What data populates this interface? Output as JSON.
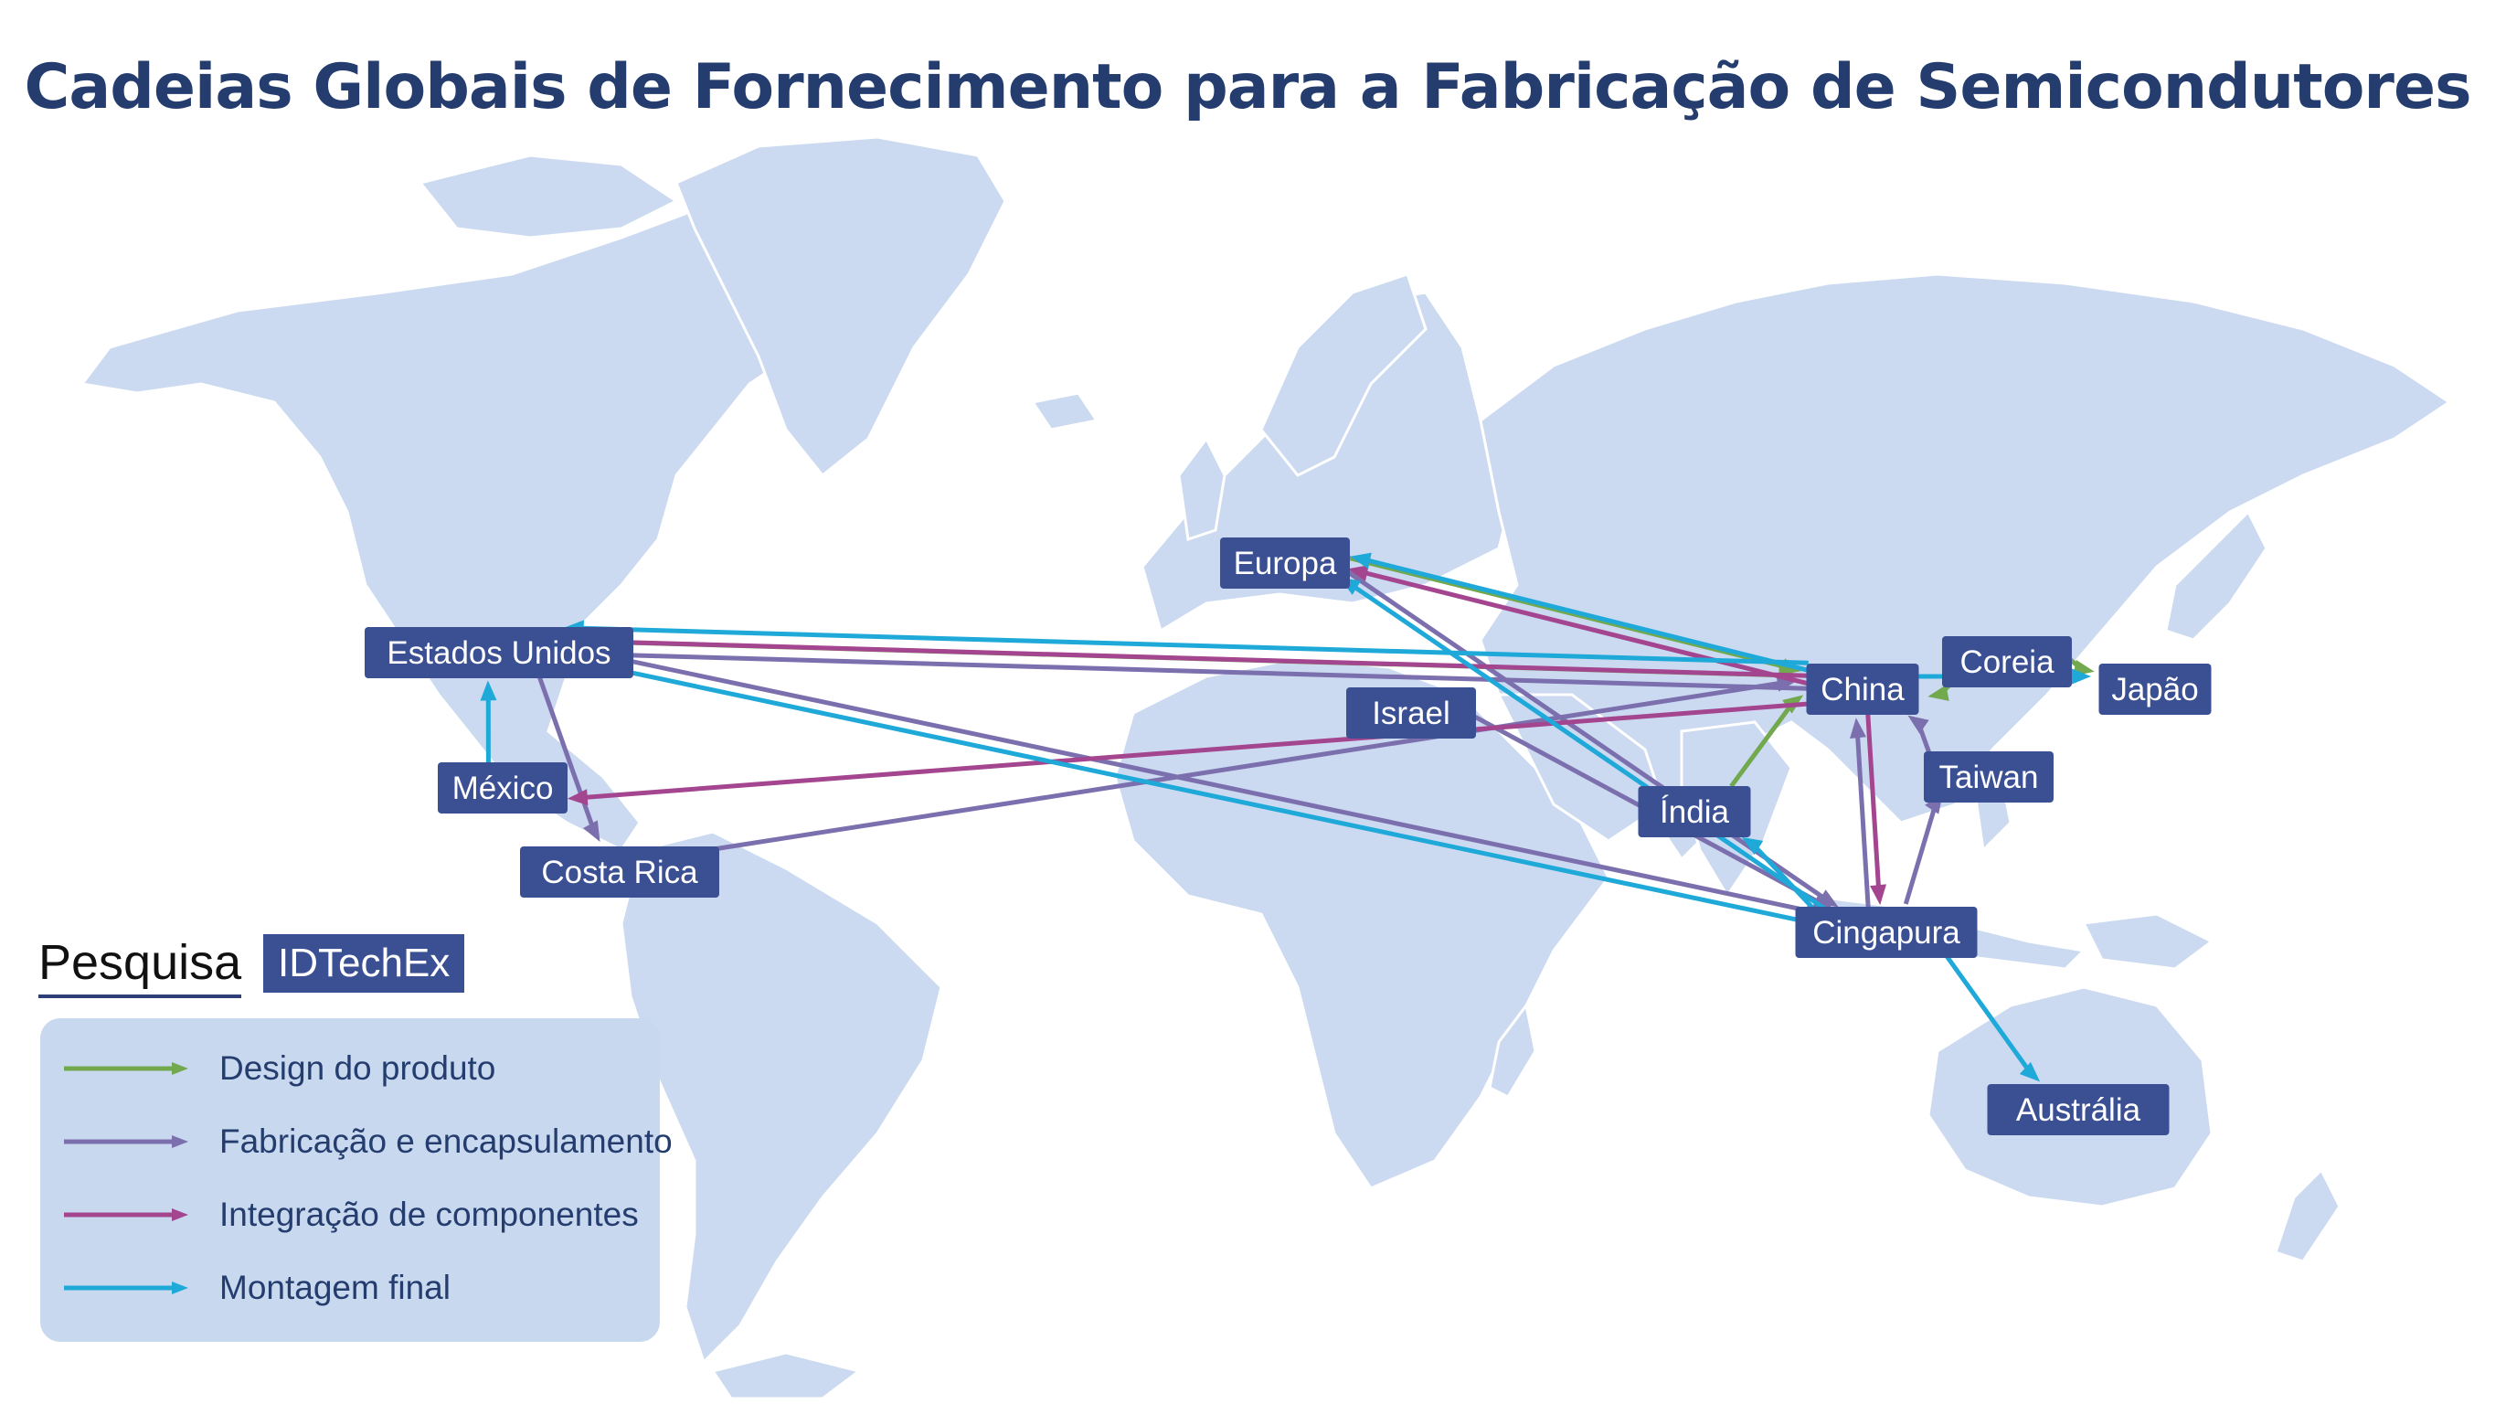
{
  "title": "Cadeias Globais de Fornecimento para a Fabricação de Semicondutores",
  "brand": {
    "word": "Pesquisa",
    "badge": "IDTechEx"
  },
  "colors": {
    "land": "#cbdaf0",
    "land_border": "#ffffff",
    "node": "#3b4f93",
    "title": "#243d6e",
    "design": "#72a84e",
    "fabrication": "#7b6fae",
    "integration": "#a4458f",
    "assembly": "#1ea9d8"
  },
  "legend": [
    {
      "key": "design",
      "label": "Design do produto",
      "color": "#72a84e"
    },
    {
      "key": "fabrication",
      "label": "Fabricação e encapsulamento",
      "color": "#7b6fae"
    },
    {
      "key": "integration",
      "label": "Integração de componentes",
      "color": "#a4458f"
    },
    {
      "key": "assembly",
      "label": "Montagem final",
      "color": "#1ea9d8"
    }
  ],
  "nodes": [
    {
      "id": "usa",
      "label": "Estados Unidos"
    },
    {
      "id": "mexico",
      "label": "México"
    },
    {
      "id": "costarica",
      "label": "Costa Rica"
    },
    {
      "id": "europe",
      "label": "Europa"
    },
    {
      "id": "israel",
      "label": "Israel"
    },
    {
      "id": "china",
      "label": "China"
    },
    {
      "id": "korea",
      "label": "Coreia"
    },
    {
      "id": "japan",
      "label": "Japão"
    },
    {
      "id": "taiwan",
      "label": "Taiwan"
    },
    {
      "id": "india",
      "label": "Índia"
    },
    {
      "id": "singapore",
      "label": "Cingapura"
    },
    {
      "id": "australia",
      "label": "Austrália"
    }
  ],
  "flows": [
    {
      "from": "usa",
      "to": "china",
      "type": "design"
    },
    {
      "from": "europe",
      "to": "china",
      "type": "design"
    },
    {
      "from": "korea",
      "to": "china",
      "type": "design"
    },
    {
      "from": "korea",
      "to": "japan",
      "type": "design"
    },
    {
      "from": "india",
      "to": "china",
      "type": "design"
    },
    {
      "from": "china",
      "to": "usa",
      "type": "fabrication"
    },
    {
      "from": "usa",
      "to": "costarica",
      "type": "fabrication"
    },
    {
      "from": "costarica",
      "to": "china",
      "type": "fabrication"
    },
    {
      "from": "usa",
      "to": "singapore",
      "type": "fabrication"
    },
    {
      "from": "europe",
      "to": "singapore",
      "type": "fabrication"
    },
    {
      "from": "israel",
      "to": "singapore",
      "type": "fabrication"
    },
    {
      "from": "singapore",
      "to": "china",
      "type": "fabrication"
    },
    {
      "from": "singapore",
      "to": "taiwan",
      "type": "fabrication"
    },
    {
      "from": "taiwan",
      "to": "china",
      "type": "fabrication"
    },
    {
      "from": "china",
      "to": "usa",
      "type": "integration"
    },
    {
      "from": "china",
      "to": "europe",
      "type": "integration"
    },
    {
      "from": "china",
      "to": "mexico",
      "type": "integration"
    },
    {
      "from": "china",
      "to": "singapore",
      "type": "integration"
    },
    {
      "from": "china",
      "to": "usa",
      "type": "assembly"
    },
    {
      "from": "mexico",
      "to": "usa",
      "type": "assembly"
    },
    {
      "from": "china",
      "to": "europe",
      "type": "assembly"
    },
    {
      "from": "singapore",
      "to": "usa",
      "type": "assembly"
    },
    {
      "from": "singapore",
      "to": "europe",
      "type": "assembly"
    },
    {
      "from": "singapore",
      "to": "india",
      "type": "assembly"
    },
    {
      "from": "singapore",
      "to": "australia",
      "type": "assembly"
    },
    {
      "from": "china",
      "to": "japan",
      "type": "assembly"
    }
  ]
}
